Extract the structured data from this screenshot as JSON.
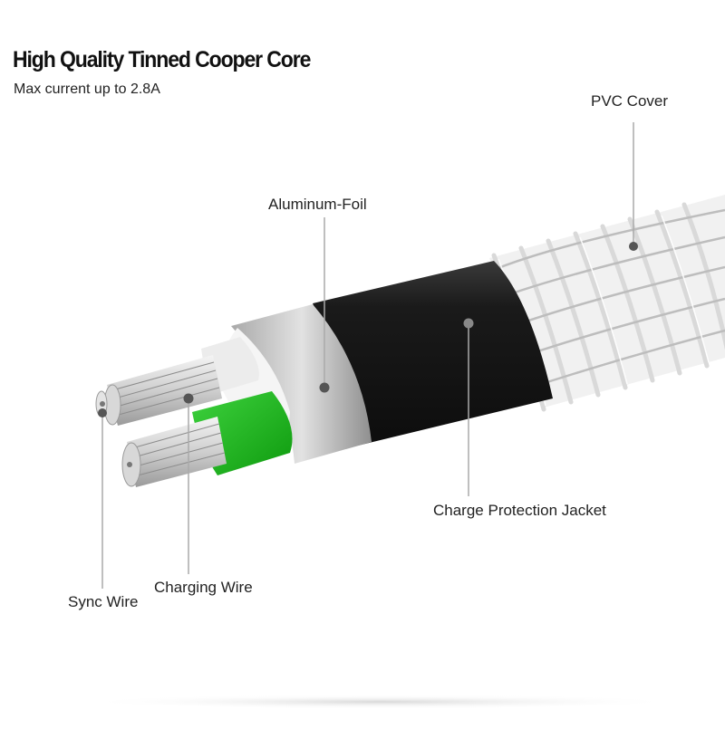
{
  "header": {
    "title": "High Quality Tinned Cooper Core",
    "subtitle": "Max current up to 2.8A"
  },
  "labels": {
    "pvc_cover": "PVC Cover",
    "aluminum_foil": "Aluminum-Foil",
    "charge_protection_jacket": "Charge Protection Jacket",
    "charging_wire": "Charging Wire",
    "sync_wire": "Sync Wire"
  },
  "colors": {
    "jacket": "#151515",
    "foil": "#c9c9c9",
    "charging_wire_insulation": "#1fb81f",
    "sync_wire_insulation": "#f2f2f2",
    "braid": "#e6e6e6"
  }
}
